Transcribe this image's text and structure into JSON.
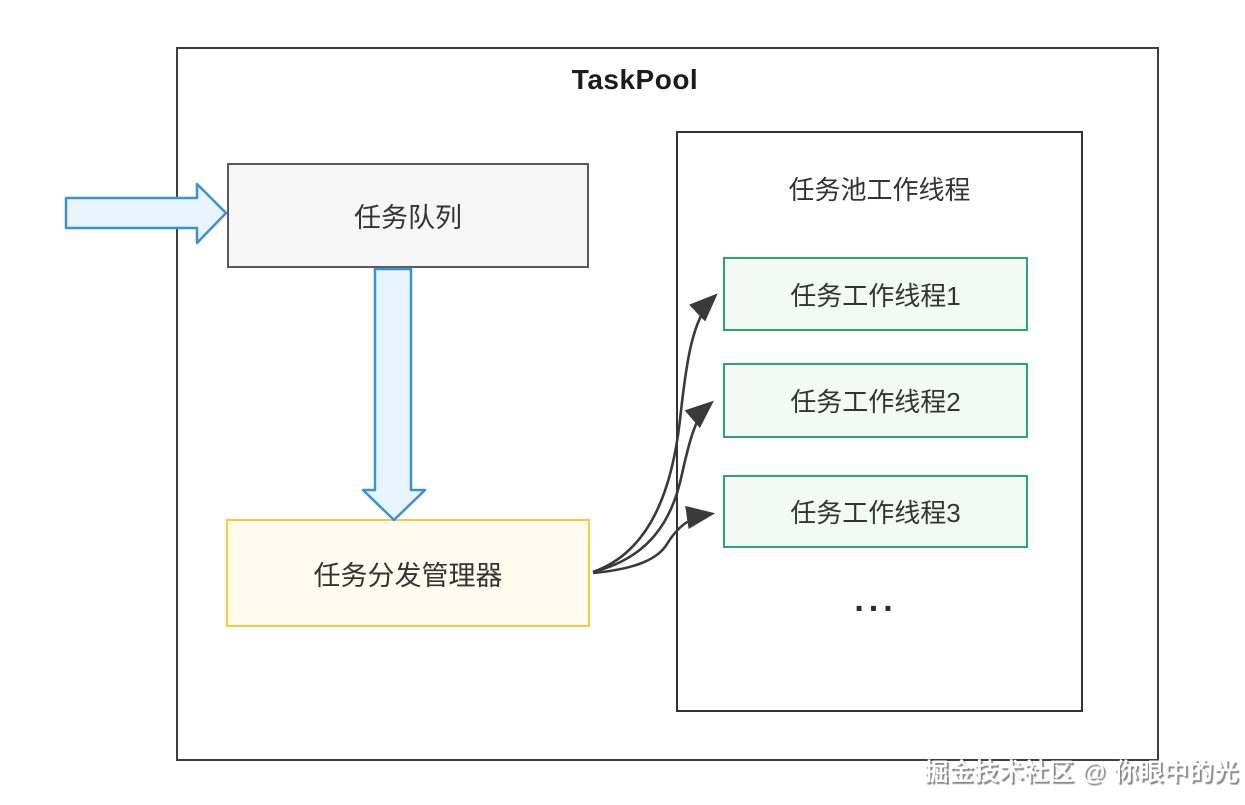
{
  "diagram": {
    "title": "TaskPool",
    "task_queue": {
      "label": "任务队列"
    },
    "dispatch_manager": {
      "label": "任务分发管理器"
    },
    "worker_panel": {
      "title": "任务池工作线程",
      "threads": [
        {
          "label": "任务工作线程1"
        },
        {
          "label": "任务工作线程2"
        },
        {
          "label": "任务工作线程3"
        }
      ],
      "ellipsis": "..."
    },
    "edges": [
      {
        "from": "external-input",
        "to": "task_queue",
        "style": "block-arrow-blue"
      },
      {
        "from": "task_queue",
        "to": "dispatch_manager",
        "style": "block-arrow-blue"
      },
      {
        "from": "dispatch_manager",
        "to": "thread-1",
        "style": "curved-arrow"
      },
      {
        "from": "dispatch_manager",
        "to": "thread-2",
        "style": "curved-arrow"
      },
      {
        "from": "dispatch_manager",
        "to": "thread-3",
        "style": "curved-arrow"
      }
    ],
    "colors": {
      "frame_border": "#3f3f3f",
      "queue_fill": "#f6f6f6",
      "queue_border": "#595959",
      "dispatch_fill": "#fffbee",
      "dispatch_border": "#ffc53d",
      "thread_fill": "#f3faf5",
      "thread_border": "#2ba471",
      "block_arrow_fill": "#e9f5fe",
      "block_arrow_stroke": "#3d8fd6",
      "connector_stroke": "#3a3a3a"
    }
  },
  "watermark": {
    "text": "掘金技术社区 @ 你眼中的光"
  }
}
